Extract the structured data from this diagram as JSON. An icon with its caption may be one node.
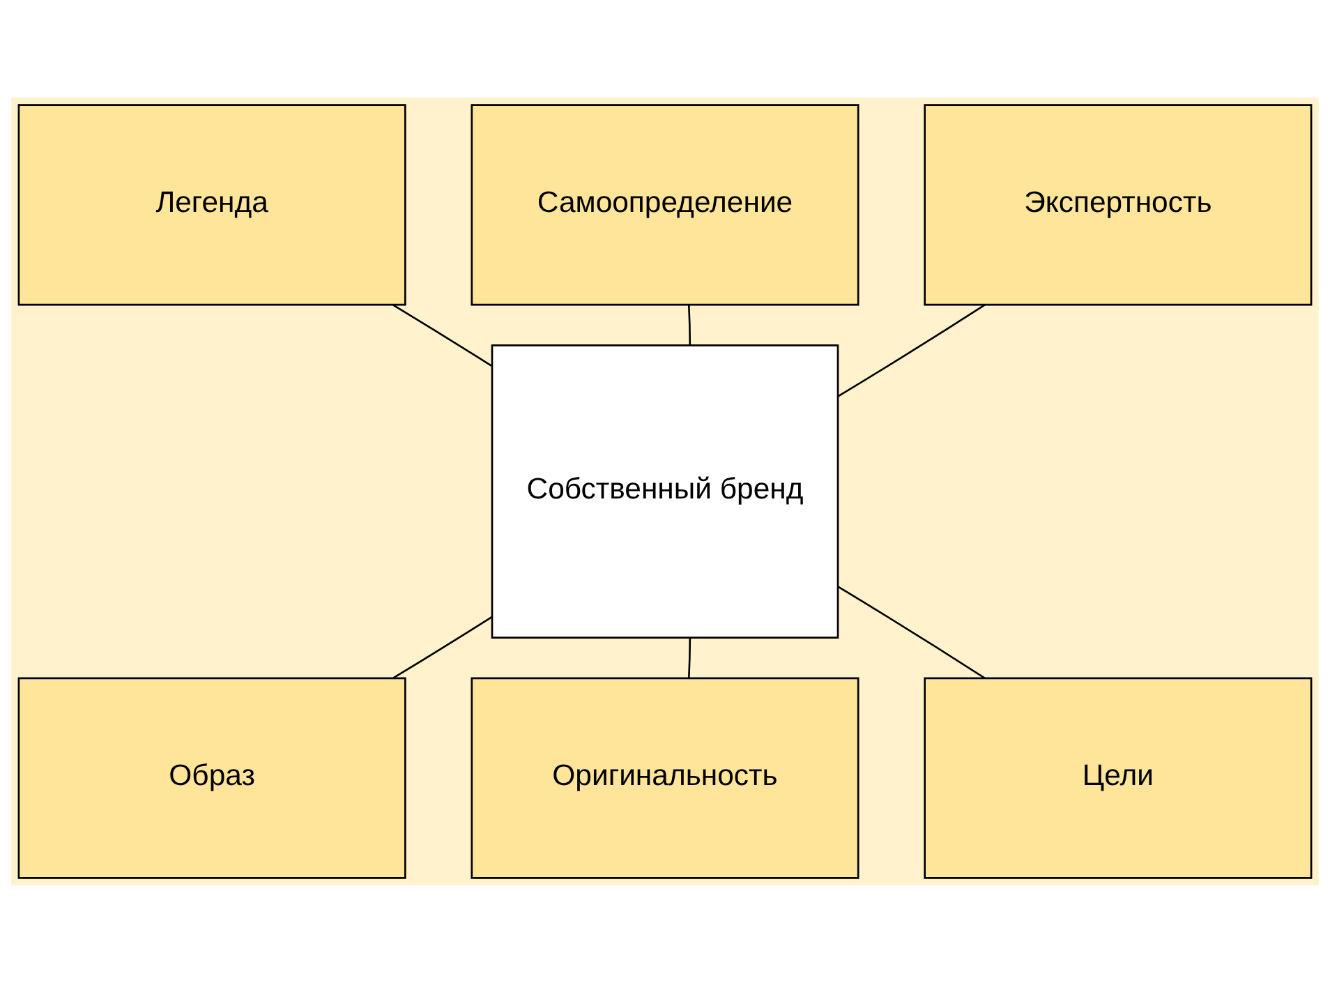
{
  "diagram": {
    "nodes": [
      {
        "text": [
          "Самоопределение"
        ]
      },
      {
        "text": [
          "Легенда"
        ]
      },
      {
        "text": [
          "Экспертность"
        ]
      },
      {
        "text": [
          "Собственный бренд"
        ]
      },
      {
        "text": [
          "Образ"
        ]
      },
      {
        "text": [
          "Цели"
        ]
      },
      {
        "text": [
          "Оригинальность"
        ]
      }
    ],
    "edges": [
      {
        "from": 3,
        "to": 0,
        "arrow": "none"
      },
      {
        "from": 3,
        "to": 1,
        "arrow": "none"
      },
      {
        "from": 3,
        "to": 2,
        "arrow": "none"
      },
      {
        "from": 3,
        "to": 4,
        "arrow": "none"
      },
      {
        "from": 3,
        "to": 5,
        "arrow": "none"
      },
      {
        "from": 3,
        "to": 6,
        "arrow": "none"
      }
    ]
  }
}
